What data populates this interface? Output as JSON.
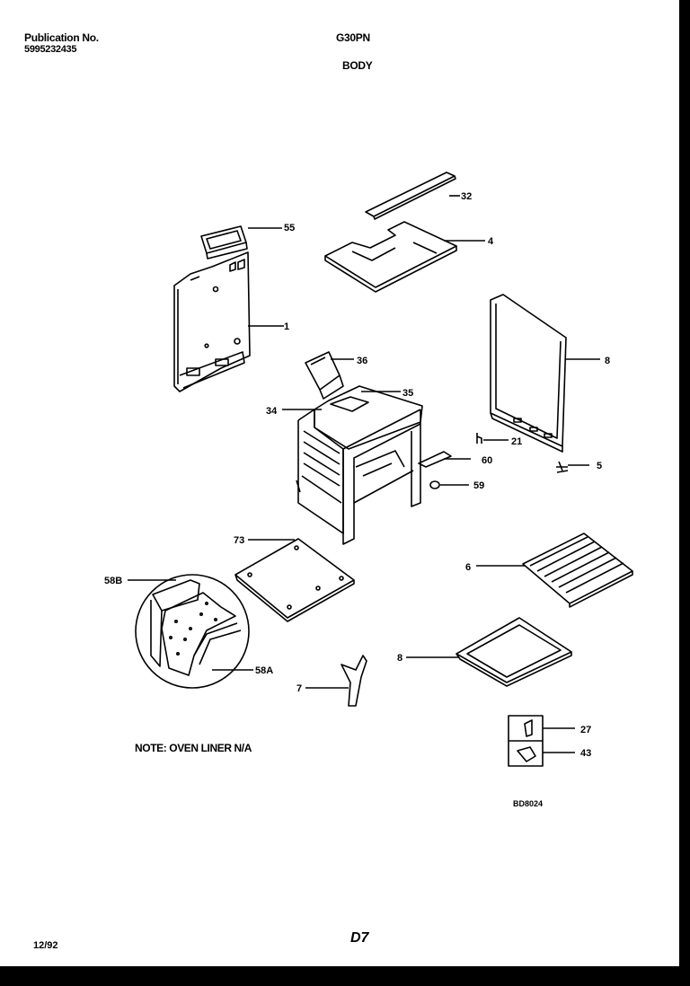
{
  "header": {
    "publication_label": "Publication No.",
    "publication_number": "5995232435",
    "model": "G30PN",
    "section": "BODY"
  },
  "note": "NOTE: OVEN LINER N/A",
  "diagram_code": "BD8024",
  "page_id": "D7",
  "date": "12/92",
  "callouts": [
    "55",
    "1",
    "32",
    "4",
    "8",
    "36",
    "35",
    "34",
    "21",
    "5",
    "60",
    "59",
    "73",
    "58B",
    "6",
    "58A",
    "7",
    "8",
    "27",
    "43"
  ]
}
